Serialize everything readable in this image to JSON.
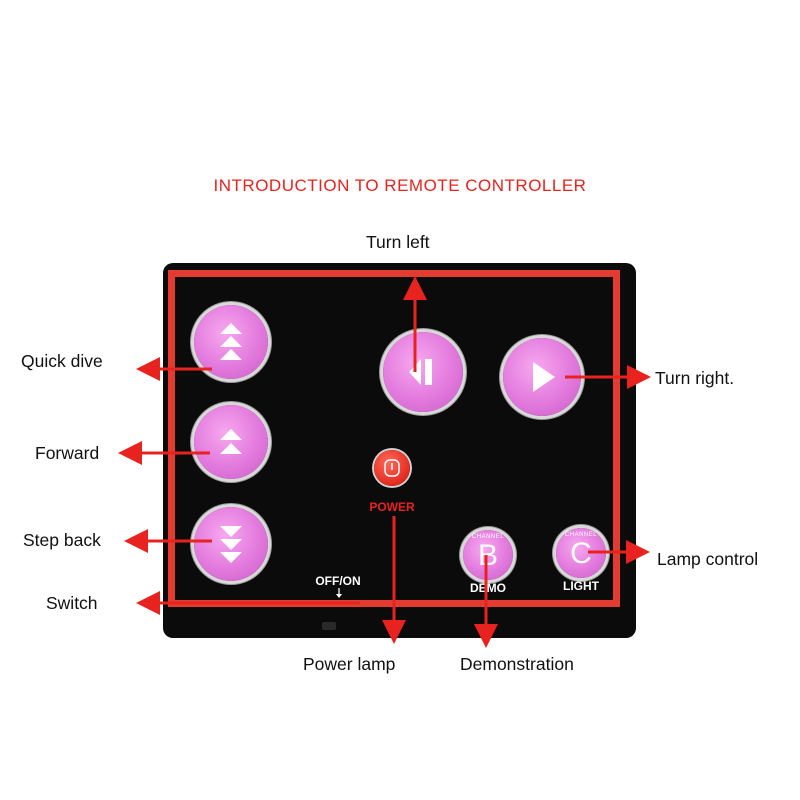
{
  "title": "INTRODUCTION TO REMOTE CONTROLLER",
  "callouts": {
    "turn_left": "Turn left",
    "turn_right": "Turn right.",
    "quick_dive": "Quick dive",
    "forward": "Forward",
    "step_back": "Step back",
    "switch": "Switch",
    "lamp_control": "Lamp control",
    "power_lamp": "Power lamp",
    "demonstration": "Demonstration"
  },
  "device": {
    "power_label": "POWER",
    "switch_label": "OFF/ON",
    "button_b_letter": "B",
    "button_b_ring": "CHANNEL",
    "button_b_label": "DEMO",
    "button_c_letter": "C",
    "button_c_ring": "CHANNEL",
    "button_c_label": "LIGHT"
  },
  "colors": {
    "accent_red": "#e8231f",
    "frame_red": "#e33b2f",
    "button_pink": "#e279dd",
    "device_black": "#0b0b0b"
  }
}
